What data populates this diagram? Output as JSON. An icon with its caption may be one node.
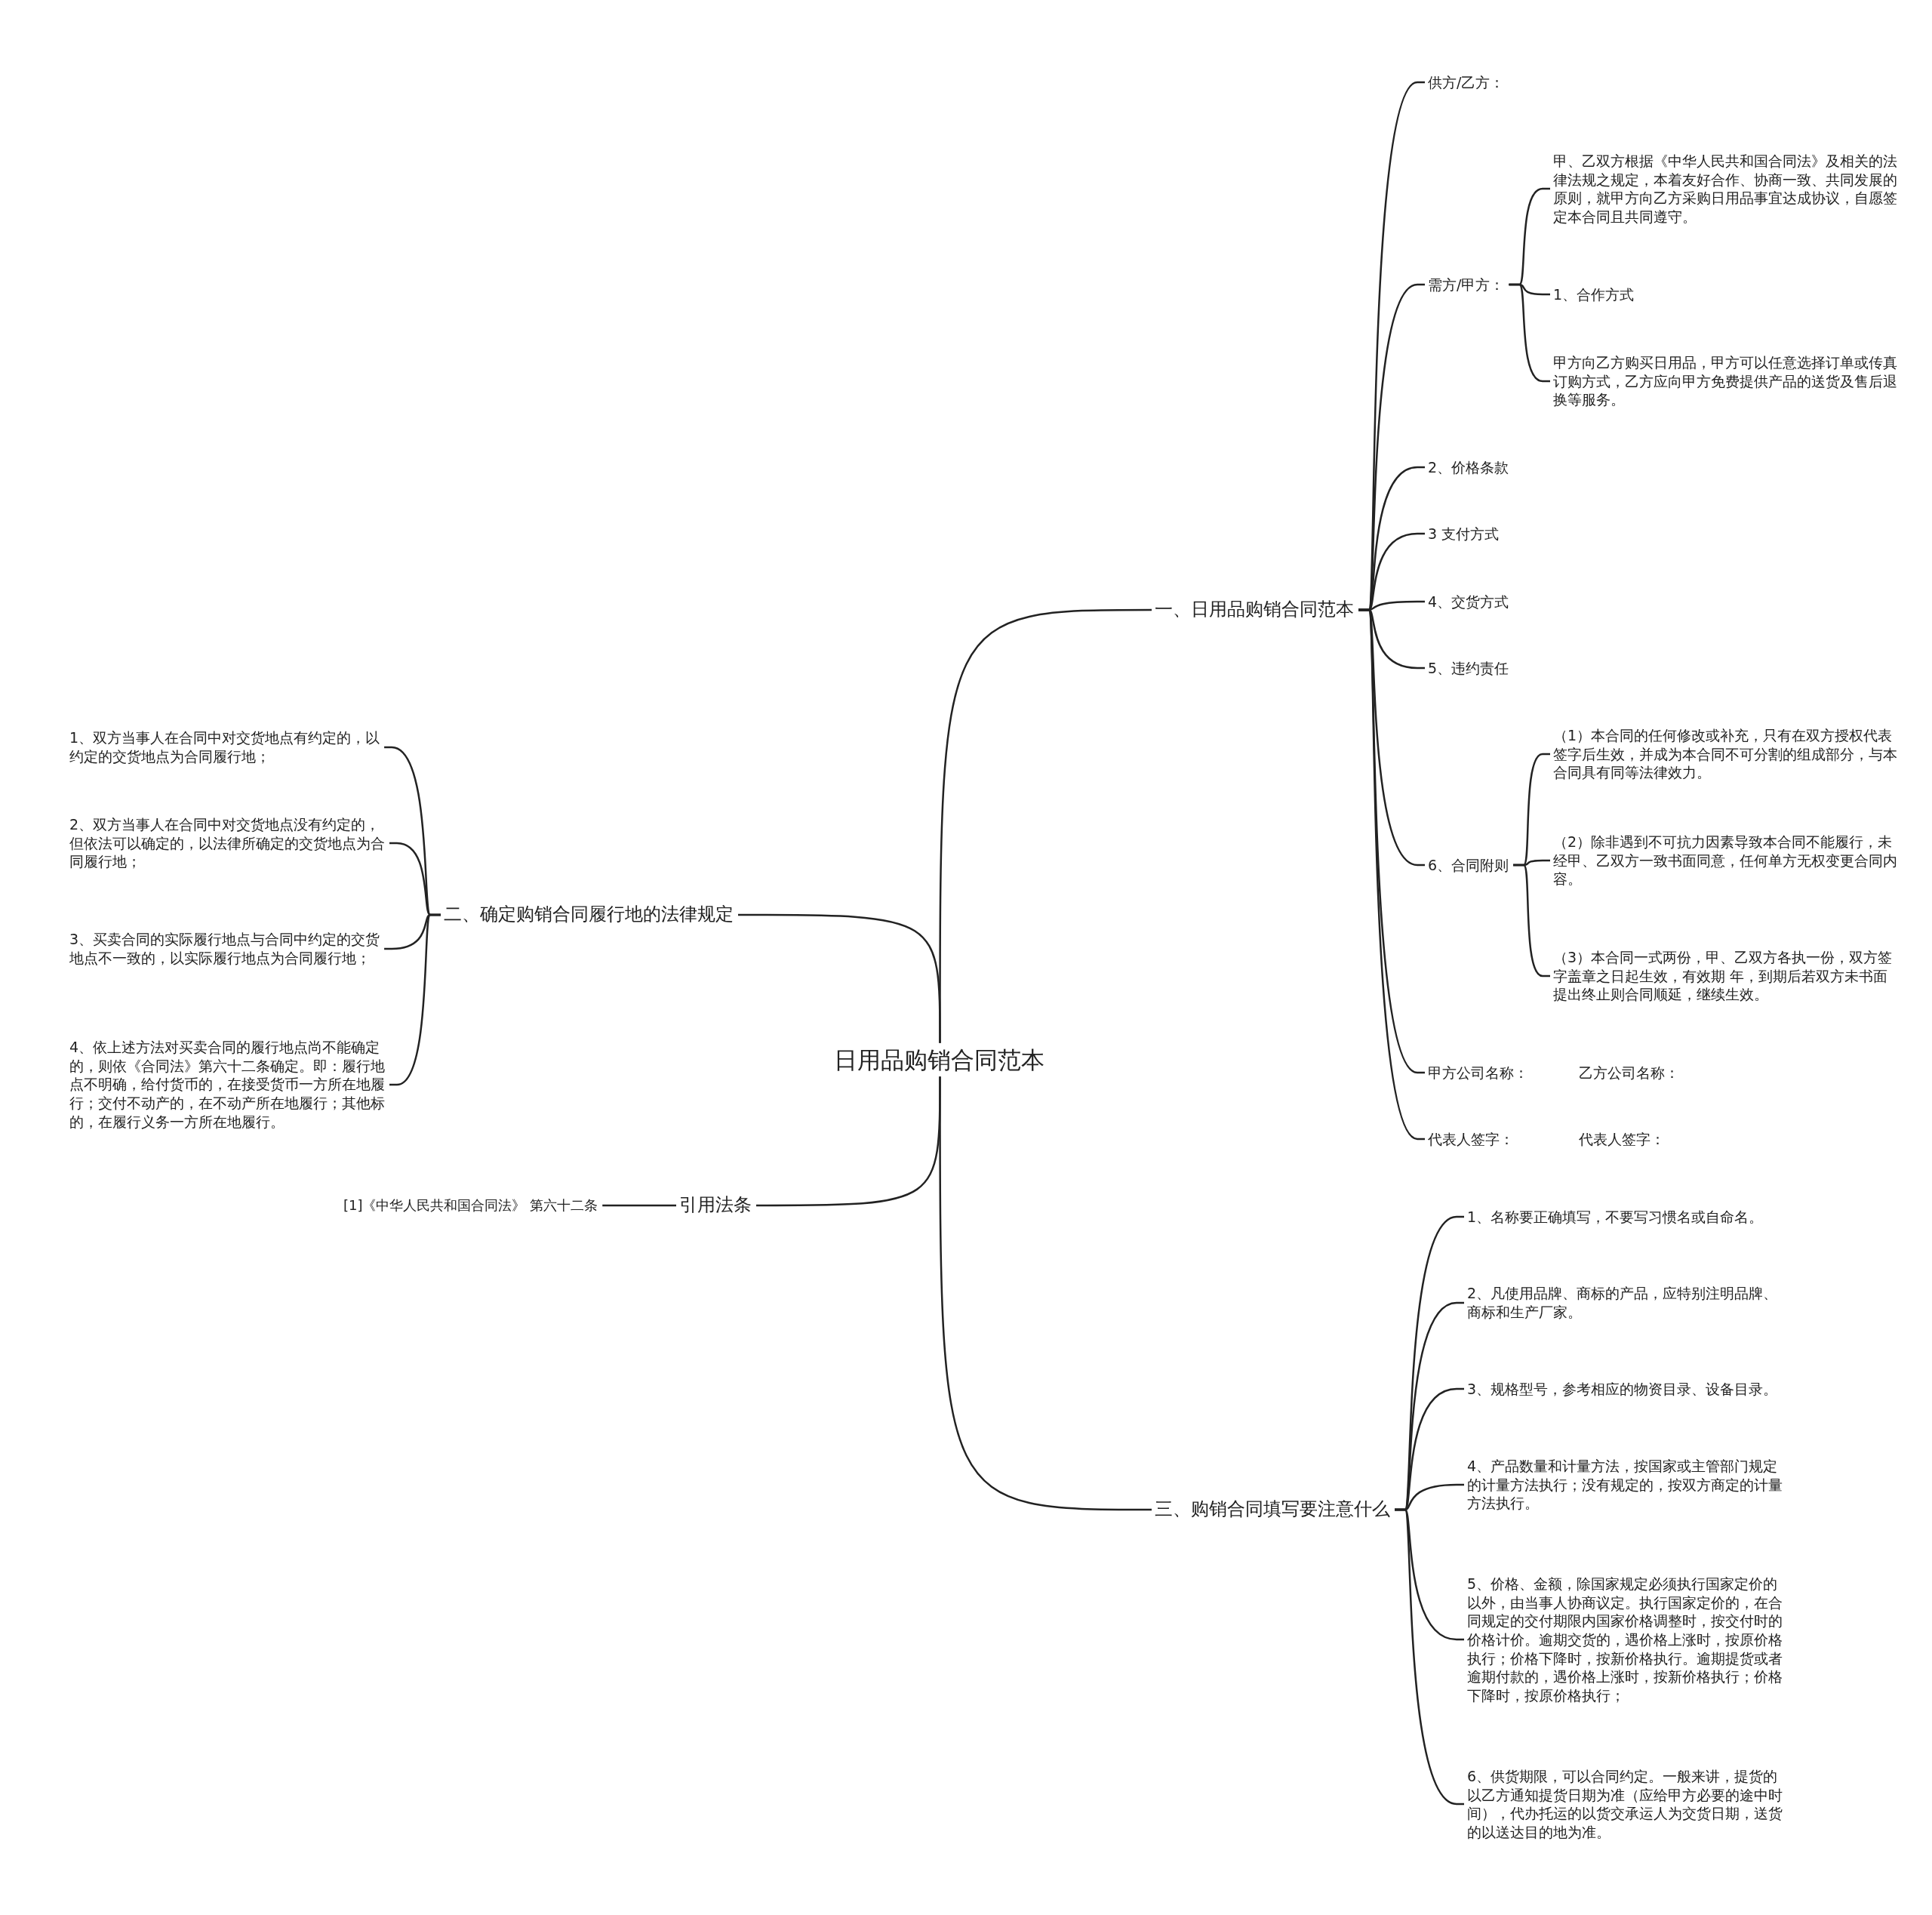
{
  "diagram": {
    "nodes": [
      {
        "text": [
          "日用品购销合同范本"
        ]
      },
      {
        "text": [
          "一、日用品购销合同范本"
        ]
      },
      {
        "text": [
          "供方/乙方："
        ]
      },
      {
        "text": [
          "需方/甲方："
        ]
      },
      {
        "text": [
          "甲、乙双方根据《中华人民共和国合同法》及相关的法律法规之规定，本着友好合作、协商一致、共同发展的原则，就甲方向乙方采购日用品事宜达成协议，自愿签定本合同且共同遵守。"
        ]
      },
      {
        "text": [
          "1、合作方式"
        ]
      },
      {
        "text": [
          "甲方向乙方购买日用品，甲方可以任意选择订单或传真订购方式，乙方应向甲方免费提供产品的送货及售后退换等服务。"
        ]
      },
      {
        "text": [
          "2、价格条款"
        ]
      },
      {
        "text": [
          "3 支付方式"
        ]
      },
      {
        "text": [
          "4、交货方式"
        ]
      },
      {
        "text": [
          "5、违约责任"
        ]
      },
      {
        "text": [
          "6、合同附则"
        ]
      },
      {
        "text": [
          "（1）本合同的任何修改或补充，只有在双方授权代表签字后生效，并成为本合同不可分割的组成部分，与本合同具有同等法律效力。"
        ]
      },
      {
        "text": [
          "（2）除非遇到不可抗力因素导致本合同不能履行，未经甲、乙双方一致书面同意，任何单方无权变更合同内容。"
        ]
      },
      {
        "text": [
          "（3）本合同一式两份，甲、乙双方各执一份，双方签字盖章之日起生效，有效期 年，到期后若双方未书面提出终止则合同顺延，继续生效。"
        ]
      },
      {
        "text": [
          "甲方公司名称：",
          "乙方公司名称："
        ]
      },
      {
        "text": [
          "代表人签字：",
          "代表人签字："
        ]
      },
      {
        "text": [
          "三、购销合同填写要注意什么"
        ]
      },
      {
        "text": [
          "1、名称要正确填写，不要写习惯名或自命名。"
        ]
      },
      {
        "text": [
          "2、凡使用品牌、商标的产品，应特别注明品牌、商标和生产厂家。"
        ]
      },
      {
        "text": [
          "3、规格型号，参考相应的物资目录、设备目录。"
        ]
      },
      {
        "text": [
          "4、产品数量和计量方法，按国家或主管部门规定的计量方法执行；没有规定的，按双方商定的计量方法执行。"
        ]
      },
      {
        "text": [
          "5、价格、金额，除国家规定必须执行国家定价的以外，由当事人协商议定。执行国家定价的，在合同规定的交付期限内国家价格调整时，按交付时的价格计价。逾期交货的，遇价格上涨时，按原价格执行；价格下降时，按新价格执行。逾期提货或者逾期付款的，遇价格上涨时，按新价格执行；价格下降时，按原价格执行；"
        ]
      },
      {
        "text": [
          "6、供货期限，可以合同约定。一般来讲，提货的以乙方通知提货日期为准（应给甲方必要的途中时间），代办托运的以货交承运人为交货日期，送货的以送达目的地为准。"
        ]
      },
      {
        "text": [
          "二、确定购销合同履行地的法律规定"
        ]
      },
      {
        "text": [
          "1、双方当事人在合同中对交货地点有约定的，以约定的交货地点为合同履行地；"
        ]
      },
      {
        "text": [
          "2、双方当事人在合同中对交货地点没有约定的，但依法可以确定的，以法律所确定的交货地点为合同履行地；"
        ]
      },
      {
        "text": [
          "3、买卖合同的实际履行地点与合同中约定的交货地点不一致的，以实际履行地点为合同履行地；"
        ]
      },
      {
        "text": [
          "4、依上述方法对买卖合同的履行地点尚不能确定的，则依《合同法》第六十二条确定。即：履行地点不明确，给付货币的，在接受货币一方所在地履行；交付不动产的，在不动产所在地履行；其他标的，在履行义务一方所在地履行。"
        ]
      },
      {
        "text": [
          "引用法条"
        ]
      },
      {
        "text": [
          "[1]《中华人民共和国合同法》 第六十二条"
        ]
      }
    ],
    "edges": [
      {
        "from": 0,
        "to": 1,
        "arrow": "none"
      },
      {
        "from": 1,
        "to": 2,
        "arrow": "none"
      },
      {
        "from": 1,
        "to": 3,
        "arrow": "none"
      },
      {
        "from": 3,
        "to": 4,
        "arrow": "none"
      },
      {
        "from": 3,
        "to": 5,
        "arrow": "none"
      },
      {
        "from": 3,
        "to": 6,
        "arrow": "none"
      },
      {
        "from": 1,
        "to": 7,
        "arrow": "none"
      },
      {
        "from": 1,
        "to": 8,
        "arrow": "none"
      },
      {
        "from": 1,
        "to": 9,
        "arrow": "none"
      },
      {
        "from": 1,
        "to": 10,
        "arrow": "none"
      },
      {
        "from": 1,
        "to": 11,
        "arrow": "none"
      },
      {
        "from": 11,
        "to": 12,
        "arrow": "none"
      },
      {
        "from": 11,
        "to": 13,
        "arrow": "none"
      },
      {
        "from": 11,
        "to": 14,
        "arrow": "none"
      },
      {
        "from": 1,
        "to": 15,
        "arrow": "none"
      },
      {
        "from": 1,
        "to": 16,
        "arrow": "none"
      },
      {
        "from": 0,
        "to": 17,
        "arrow": "none"
      },
      {
        "from": 17,
        "to": 18,
        "arrow": "none"
      },
      {
        "from": 17,
        "to": 19,
        "arrow": "none"
      },
      {
        "from": 17,
        "to": 20,
        "arrow": "none"
      },
      {
        "from": 17,
        "to": 21,
        "arrow": "none"
      },
      {
        "from": 17,
        "to": 22,
        "arrow": "none"
      },
      {
        "from": 17,
        "to": 23,
        "arrow": "none"
      },
      {
        "from": 0,
        "to": 24,
        "arrow": "none"
      },
      {
        "from": 24,
        "to": 25,
        "arrow": "none"
      },
      {
        "from": 24,
        "to": 26,
        "arrow": "none"
      },
      {
        "from": 24,
        "to": 27,
        "arrow": "none"
      },
      {
        "from": 24,
        "to": 28,
        "arrow": "none"
      },
      {
        "from": 0,
        "to": 29,
        "arrow": "none"
      },
      {
        "from": 29,
        "to": 30,
        "arrow": "none"
      }
    ]
  }
}
